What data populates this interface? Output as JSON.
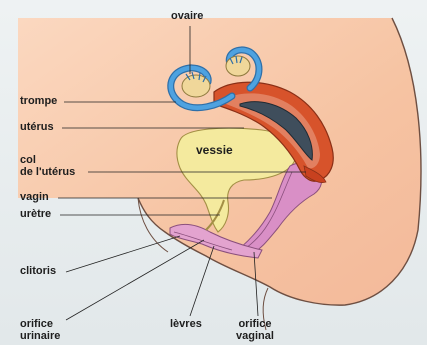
{
  "labels": {
    "ovaire": "ovaire",
    "trompe": "trompe",
    "uterus": "utérus",
    "col_line1": "col",
    "col_line2": "de l'utérus",
    "vessie": "vessie",
    "vagin": "vagin",
    "uretre": "urètre",
    "clitoris": "clitoris",
    "orifice_urinaire_line1": "orifice",
    "orifice_urinaire_line2": "urinaire",
    "levres": "lèvres",
    "orifice_vaginal_line1": "orifice",
    "orifice_vaginal_line2": "vaginal"
  },
  "colors": {
    "background": "#e9eef0",
    "skin": "#f6c7a8",
    "skin_edge": "#7d5a4a",
    "uterus_wall": "#d7532b",
    "uterus_cavity": "#3f4e5c",
    "tube": "#3d8fd0",
    "ovary": "#f0d79a",
    "bladder": "#f4ea9e",
    "vagina": "#d98fc6",
    "leader": "#222222"
  }
}
